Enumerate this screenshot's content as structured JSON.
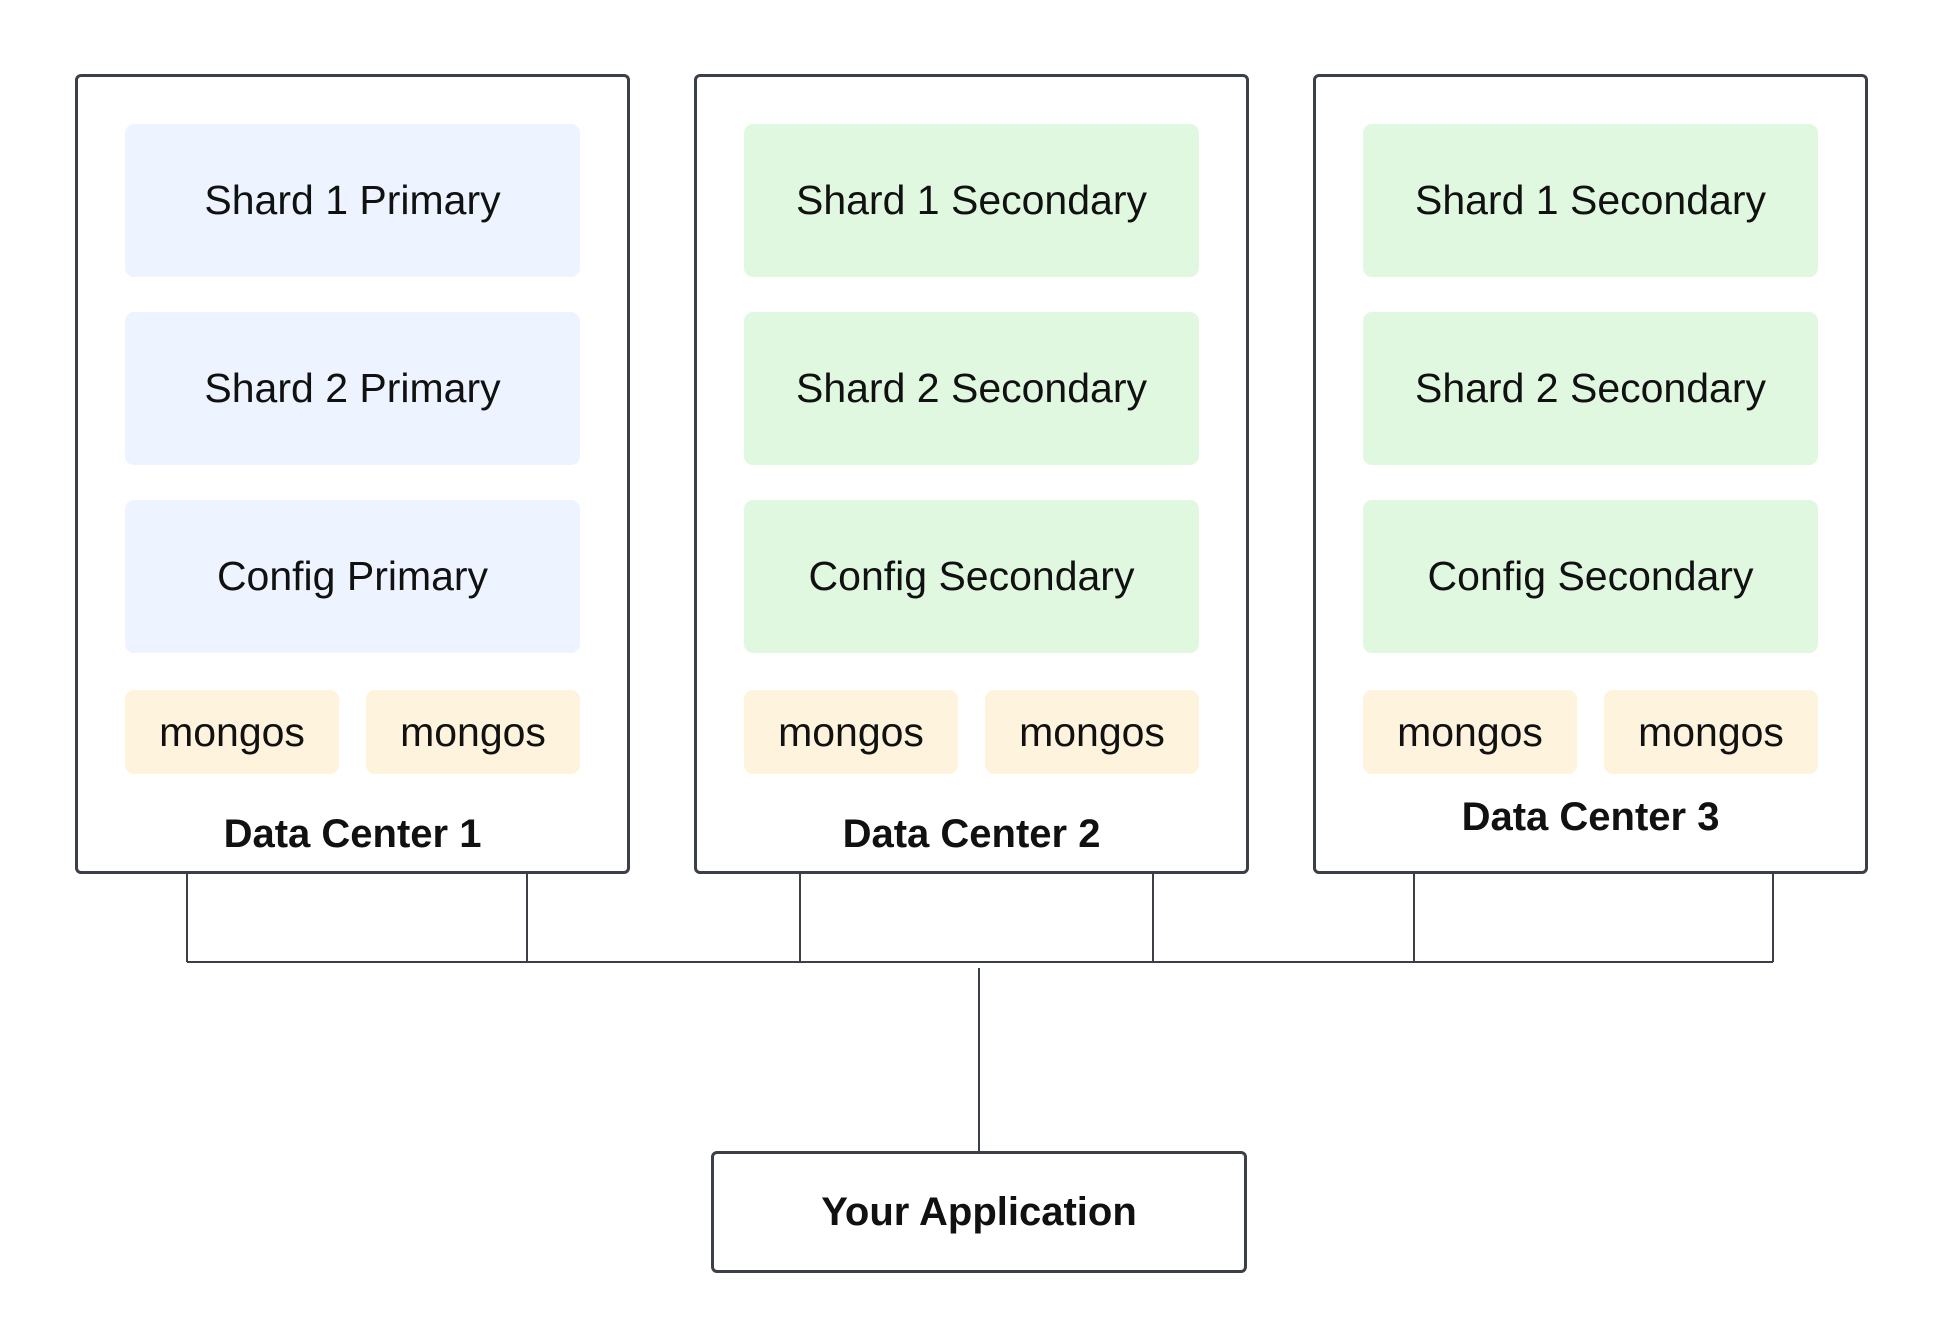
{
  "data_centers": [
    {
      "label": "Data Center 1",
      "kind": "primary",
      "nodes": [
        {
          "label": "Shard 1 Primary"
        },
        {
          "label": "Shard 2 Primary"
        },
        {
          "label": "Config Primary"
        }
      ],
      "routers": [
        {
          "label": "mongos"
        },
        {
          "label": "mongos"
        }
      ]
    },
    {
      "label": "Data Center 2",
      "kind": "secondary",
      "nodes": [
        {
          "label": "Shard 1 Secondary"
        },
        {
          "label": "Shard 2 Secondary"
        },
        {
          "label": "Config Secondary"
        }
      ],
      "routers": [
        {
          "label": "mongos"
        },
        {
          "label": "mongos"
        }
      ]
    },
    {
      "label": "Data Center 3",
      "kind": "secondary",
      "nodes": [
        {
          "label": "Shard 1 Secondary"
        },
        {
          "label": "Shard 2 Secondary"
        },
        {
          "label": "Config Secondary"
        }
      ],
      "routers": [
        {
          "label": "mongos"
        },
        {
          "label": "mongos"
        }
      ]
    }
  ],
  "application": {
    "label": "Your Application"
  },
  "colors": {
    "primary_fill": "#edf4ff",
    "secondary_fill": "#e1f8e0",
    "router_fill": "#fef3dc",
    "border": "#3b3f46",
    "connector": "#3b3f46"
  }
}
